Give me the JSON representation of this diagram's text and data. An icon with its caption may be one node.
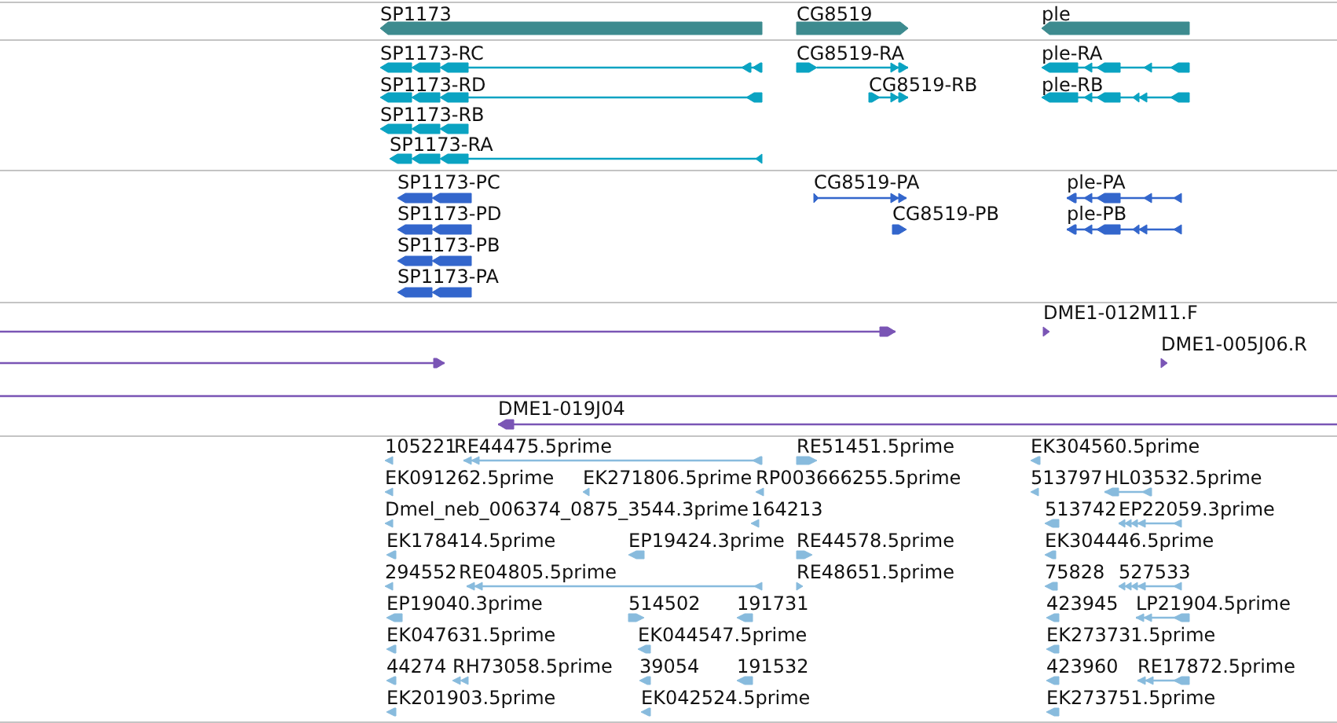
{
  "diagram": {
    "labels": [
      "SP1173",
      "CG8519",
      "ple",
      "SP1173-RC",
      "CG8519-RA",
      "ple-RA",
      "SP1173-RD",
      "CG8519-RB",
      "ple-RB",
      "SP1173-RB",
      "SP1173-RA",
      "SP1173-PC",
      "CG8519-PA",
      "ple-PA",
      "SP1173-PD",
      "CG8519-PB",
      "ple-PB",
      "SP1173-PB",
      "SP1173-PA",
      "DME1-012M11.F",
      "DME1-005J06.R",
      "DME1-019J04",
      "105221",
      "RE44475.5prime",
      "RE51451.5prime",
      "EK304560.5prime",
      "EK091262.5prime",
      "EK271806.5prime",
      "RP003666255.5prime",
      "513797",
      "HL03532.5prime",
      "Dmel_neb_006374_0875_3544.3prime",
      "164213",
      "513742",
      "EP22059.3prime",
      "EK178414.5prime",
      "EP19424.3prime",
      "RE44578.5prime",
      "EK304446.5prime",
      "294552",
      "RE04805.5prime",
      "RE48651.5prime",
      "75828",
      "527533",
      "EP19040.3prime",
      "514502",
      "191731",
      "423945",
      "LP21904.5prime",
      "EK047631.5prime",
      "EK044547.5prime",
      "EK273731.5prime",
      "44274",
      "RH73058.5prime",
      "39054",
      "191532",
      "423960",
      "RE17872.5prime",
      "EK201903.5prime",
      "EK042524.5prime",
      "EK273751.5prime"
    ]
  }
}
